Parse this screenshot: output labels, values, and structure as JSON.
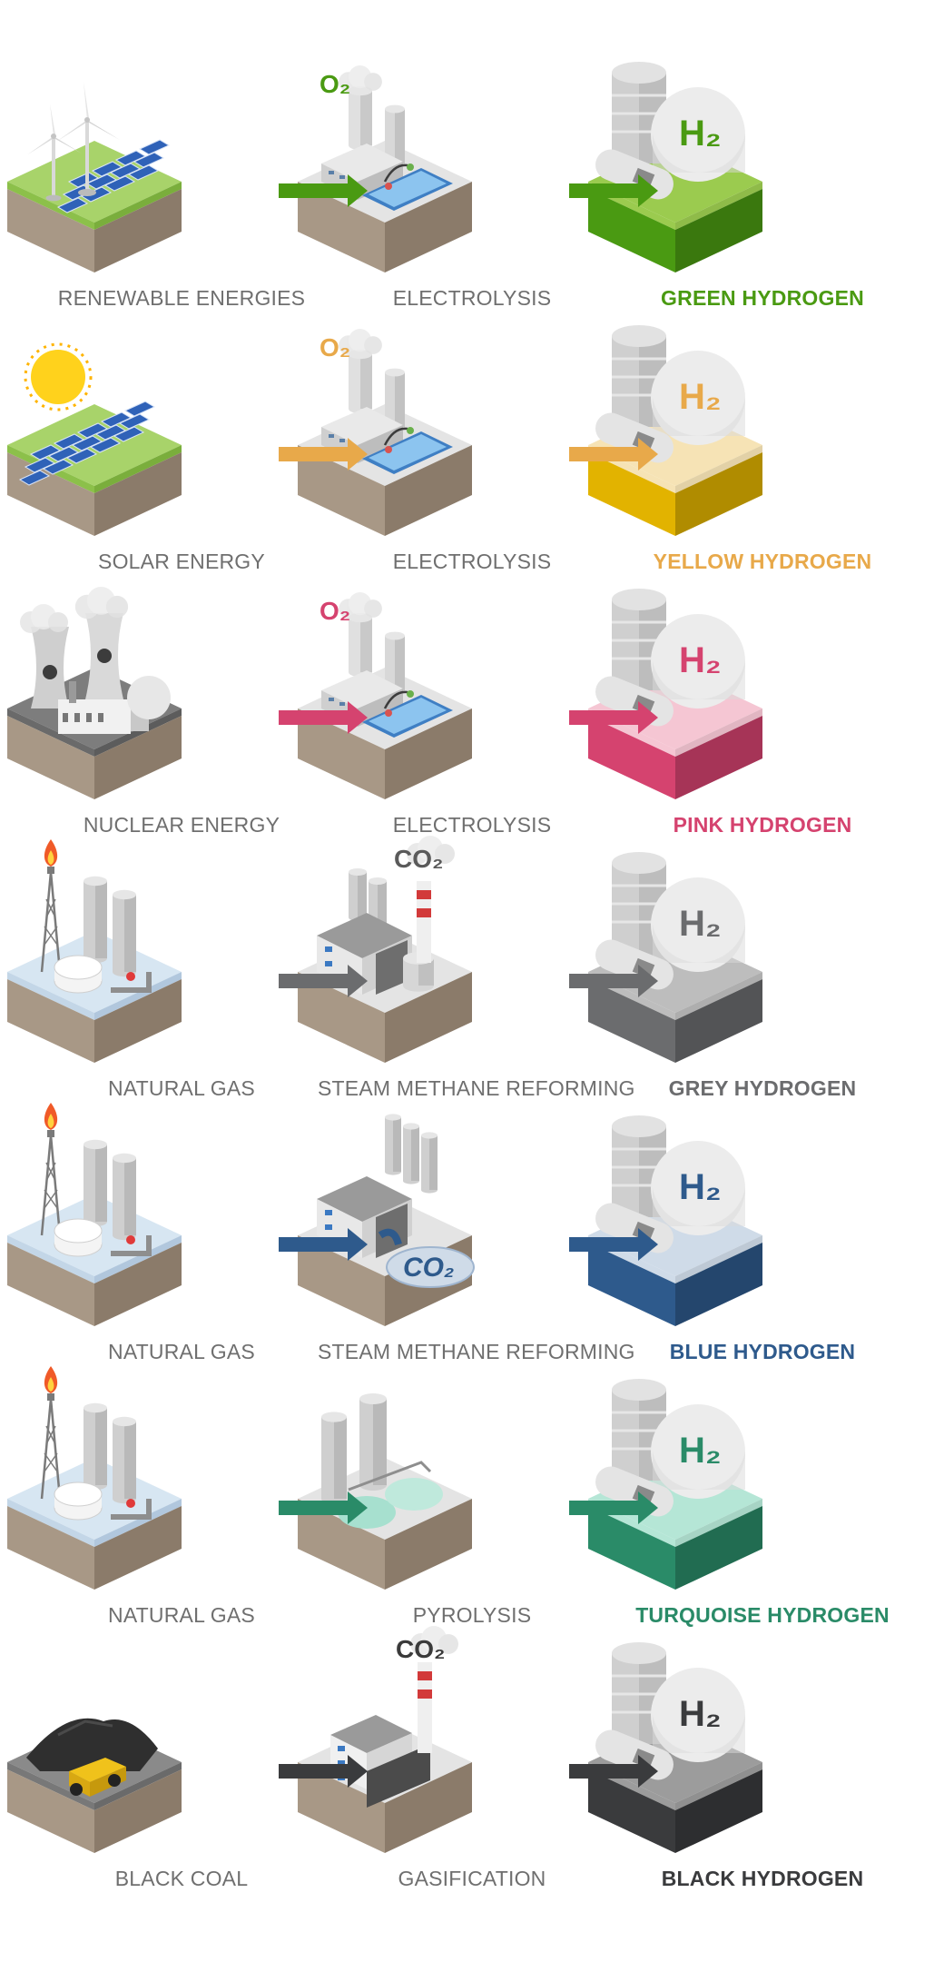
{
  "rows": [
    {
      "source": "RENEWABLE ENERGIES",
      "process": "ELECTROLYSIS",
      "result": "GREEN HYDROGEN",
      "accent": "#4a9a12",
      "accent_light": "#9bcb4f",
      "gas": "O₂",
      "source_icon": "wind-solar-icon",
      "process_icon": "electrolysis-plant-icon"
    },
    {
      "source": "SOLAR ENERGY",
      "process": "ELECTROLYSIS",
      "result": "YELLOW HYDROGEN",
      "accent": "#e8a94a",
      "accent_light": "#f6e3b5",
      "tile_color": "#e2b300",
      "gas": "O₂",
      "source_icon": "solar-panel-icon",
      "process_icon": "electrolysis-plant-icon"
    },
    {
      "source": "NUCLEAR ENERGY",
      "process": "ELECTROLYSIS",
      "result": "PINK HYDROGEN",
      "accent": "#d5436f",
      "accent_light": "#f5c6d3",
      "gas": "O₂",
      "source_icon": "nuclear-plant-icon",
      "process_icon": "electrolysis-plant-icon"
    },
    {
      "source": "NATURAL GAS",
      "process": "STEAM METHANE REFORMING",
      "result": "GREY HYDROGEN",
      "accent": "#6b6c6e",
      "accent_light": "#bdbdbd",
      "gas": "CO₂",
      "source_icon": "gas-field-icon",
      "process_icon": "smr-plant-icon"
    },
    {
      "source": "NATURAL GAS",
      "process": "STEAM METHANE REFORMING",
      "result": "BLUE HYDROGEN",
      "accent": "#2e5a8c",
      "accent_light": "#cfdbe8",
      "gas": "CO₂",
      "source_icon": "gas-field-icon",
      "process_icon": "smr-capture-plant-icon"
    },
    {
      "source": "NATURAL GAS",
      "process": "PYROLYSIS",
      "result": "TURQUOISE HYDROGEN",
      "accent": "#2a8b68",
      "accent_light": "#b5e6d6",
      "gas": "",
      "source_icon": "gas-field-icon",
      "process_icon": "pyrolysis-plant-icon"
    },
    {
      "source": "BLACK COAL",
      "process": "GASIFICATION",
      "result": "BLACK HYDROGEN",
      "accent": "#3a3b3d",
      "accent_light": "#9c9c9c",
      "gas": "CO₂",
      "source_icon": "coal-mine-icon",
      "process_icon": "gasification-plant-icon"
    }
  ],
  "h2_label": "H₂"
}
